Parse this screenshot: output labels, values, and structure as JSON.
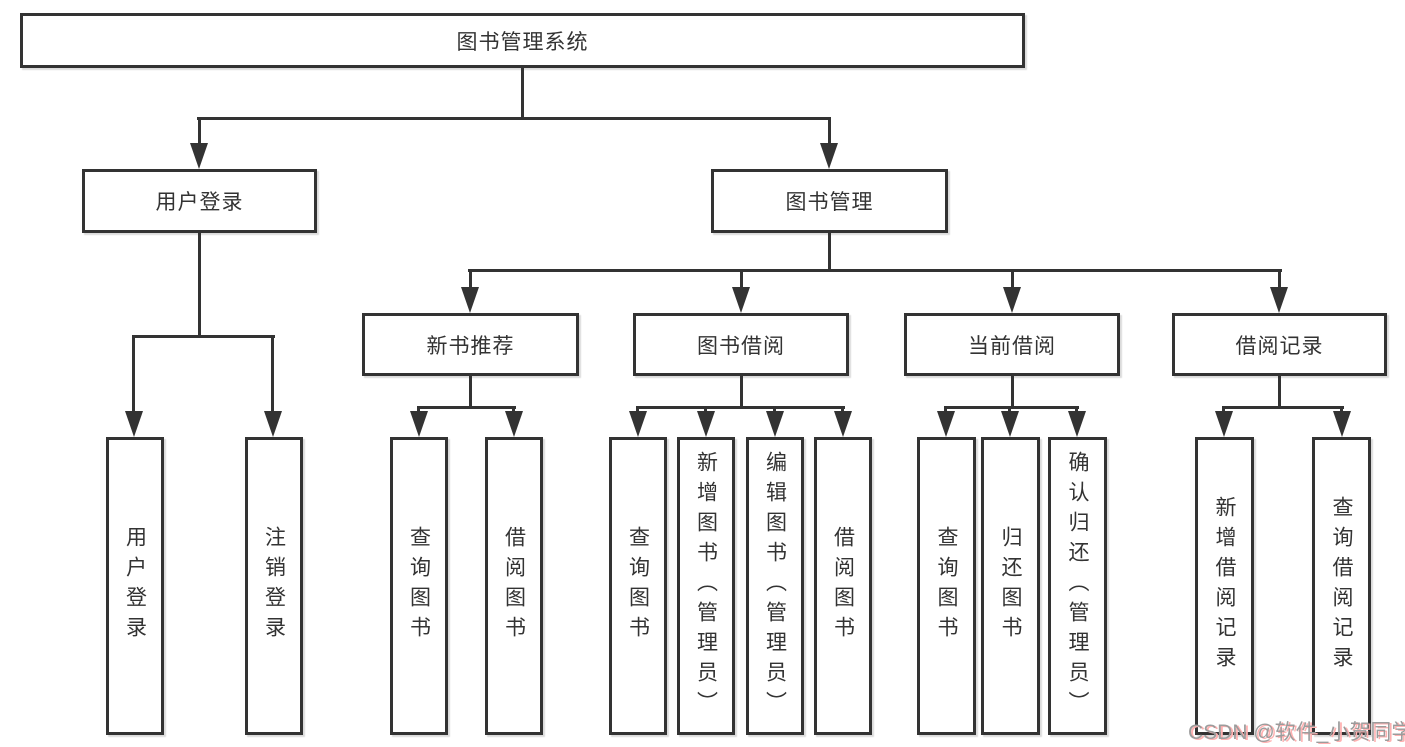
{
  "diagram": {
    "title": "图书管理系统",
    "level2": {
      "user_login": "用户登录",
      "book_management": "图书管理"
    },
    "level3": {
      "new_books": "新书推荐",
      "book_borrow": "图书借阅",
      "current_borrow": "当前借阅",
      "borrow_records": "借阅记录"
    },
    "leaves": {
      "user_login": [
        "用户登录",
        "注销登录"
      ],
      "new_books": [
        "查询图书",
        "借阅图书"
      ],
      "book_borrow": [
        "查询图书",
        "新增图书（管理员）",
        "编辑图书（管理员）",
        "借阅图书"
      ],
      "current_borrow": [
        "查询图书",
        "归还图书",
        "确认归还（管理员）"
      ],
      "borrow_records": [
        "新增借阅记录",
        "查询借阅记录"
      ]
    }
  },
  "watermark": "CSDN @软件_小贺同学",
  "colors": {
    "line": "#333333",
    "background": "#ffffff",
    "watermark_text": "#9c9c9c",
    "watermark_shadow": "#ffb0b0"
  }
}
